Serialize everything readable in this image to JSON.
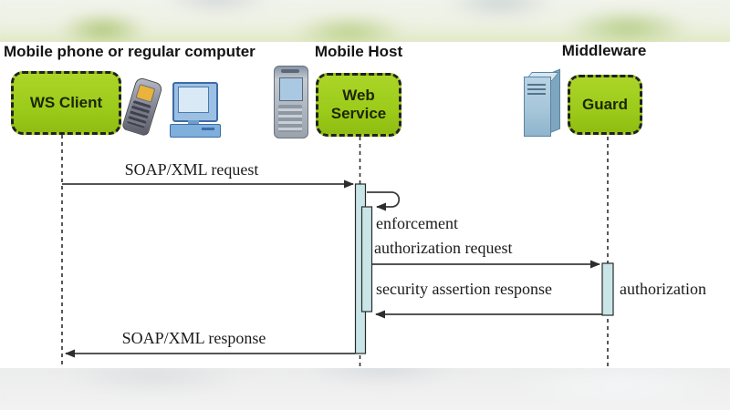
{
  "header": {
    "groups": [
      {
        "label": "Mobile phone or regular computer"
      },
      {
        "label": "Mobile Host"
      },
      {
        "label": "Middleware"
      }
    ]
  },
  "actors": [
    {
      "name": "WS Client"
    },
    {
      "name": "Web Service"
    },
    {
      "name": "Guard"
    }
  ],
  "icons": [
    {
      "name": "cell-phone-icon"
    },
    {
      "name": "desktop-computer-icon"
    },
    {
      "name": "smartphone-icon"
    },
    {
      "name": "server-tower-icon"
    }
  ],
  "messages": [
    {
      "label": "SOAP/XML request",
      "from": "WS Client",
      "to": "Web Service"
    },
    {
      "label": "enforcement",
      "from": "Web Service",
      "to": "Web Service",
      "type": "self-call"
    },
    {
      "label": "authorization request",
      "from": "Web Service",
      "to": "Guard"
    },
    {
      "label": "security assertion response",
      "from": "Guard",
      "to": "Web Service"
    },
    {
      "label": "authorization",
      "activation_on": "Guard"
    },
    {
      "label": "SOAP/XML response",
      "from": "Web Service",
      "to": "WS Client"
    }
  ],
  "colors": {
    "actor_fill": "#9ccb1a",
    "actor_fill_light": "#abd527",
    "actor_border": "#222222",
    "activation_fill": "#c9e5e8",
    "line": "#3c3c3c"
  }
}
